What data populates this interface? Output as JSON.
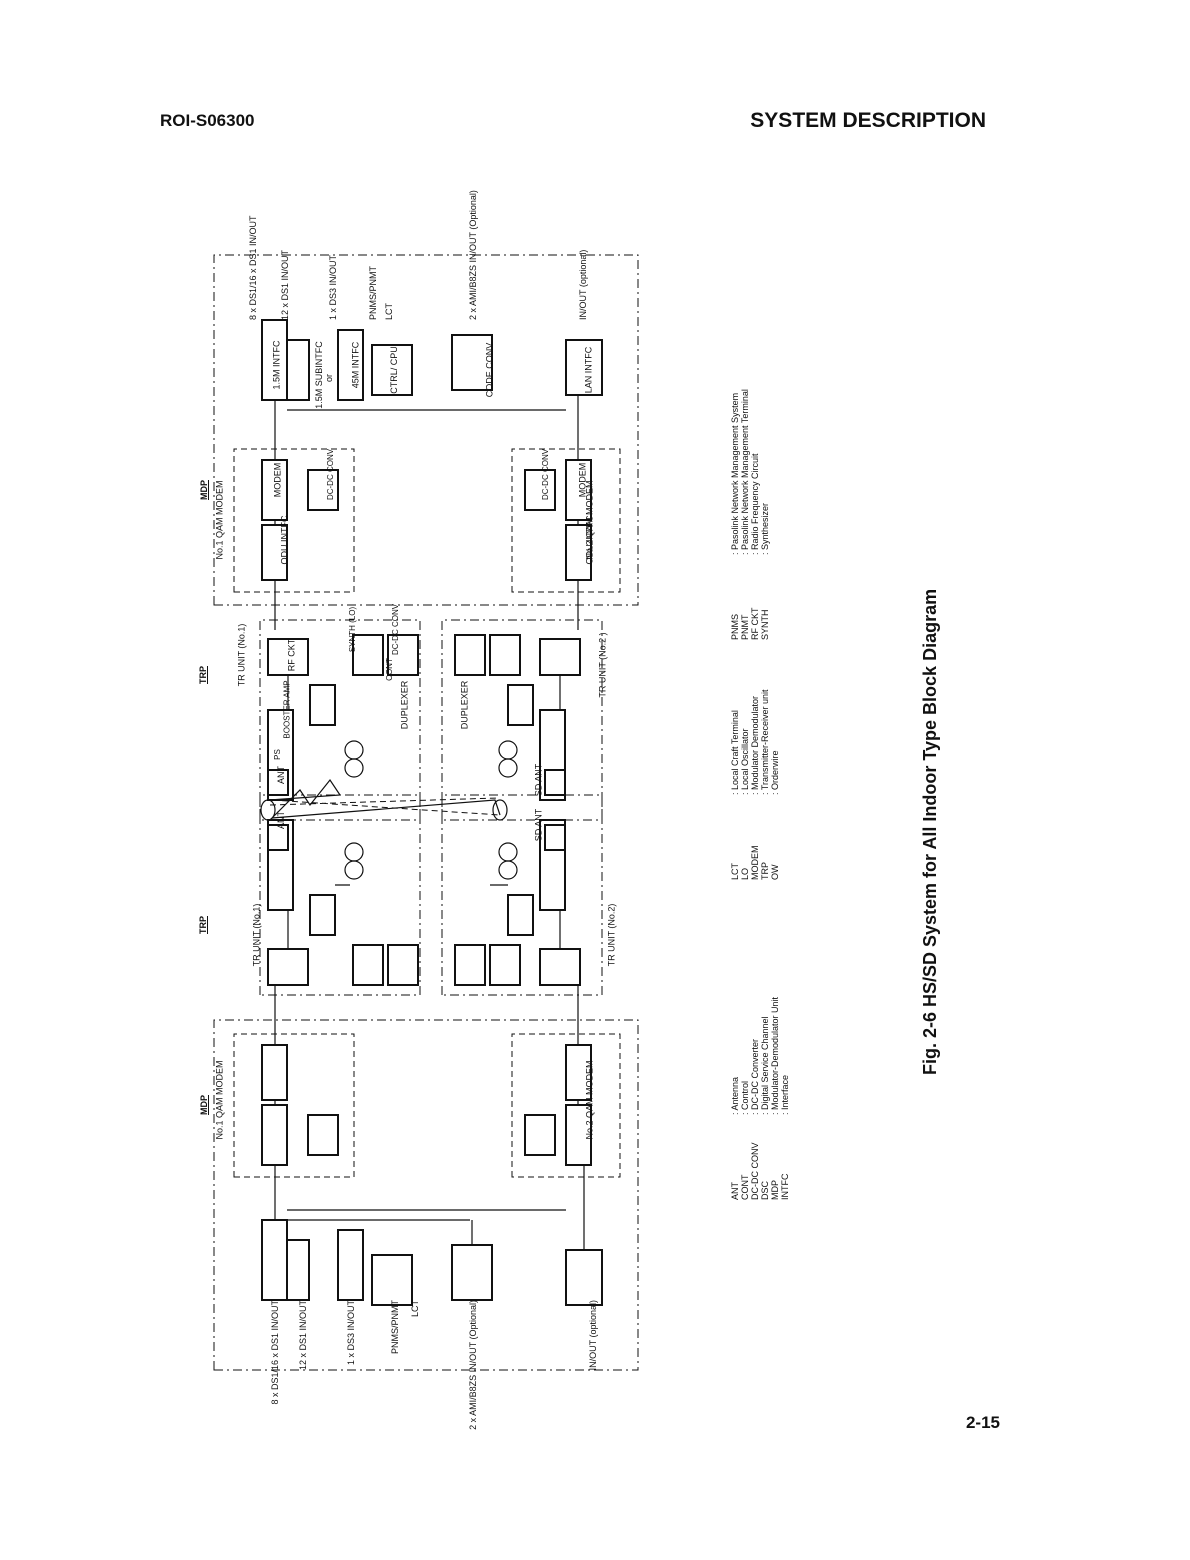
{
  "header": {
    "doc_id": "ROI-S06300",
    "section": "SYSTEM DESCRIPTION"
  },
  "footer": {
    "page": "2-15"
  },
  "figure": {
    "caption": "Fig. 2-6  HS/SD System for All Indoor Type Block Diagram",
    "groups": {
      "mdp": "MDP",
      "trp": "TRP"
    },
    "modems": {
      "no1": "No.1 QAM MODEM",
      "no2": "No.2 QAM MODEM"
    },
    "tr_units": {
      "no1": "TR UNIT (No.1)",
      "no2": "TR UNIT (No.2 )",
      "no1_left": "TR UNIT (No.1)",
      "no2_left": "TR UNIT (No.2)"
    },
    "blocks": {
      "intfc_15m": "1.5M INTFC",
      "subintfc_15m": "1.5M SUBINTFC",
      "or": "or",
      "intfc_45m": "45M INTFC",
      "ctrl_cpu": "CTRL/ CPU",
      "code_conv": "CODE CONV",
      "lan_intfc": "LAN INTFC",
      "modem": "MODEM",
      "dcdc_conv": "DC-DC CONV",
      "odu_intfc": "ODU INTFC",
      "rf_ckt": "RF CKT",
      "synth": "SYNTH (LO)",
      "cont": "CONT",
      "booster": "BOOSTER AMP",
      "ps": "PS",
      "duplexer": "DUPLEXER",
      "ant": "ANT",
      "sd_ant": "SD ANT"
    },
    "io_left": [
      "8 x DS1/16 x DS1 IN/OUT",
      "12 x DS1 IN/OUT",
      "1 x DS3 IN/OUT",
      "PNMS/PNMT",
      "LCT",
      "2 x AMI/B8ZS IN/OUT (Optional)",
      "IN/OUT (optional)"
    ],
    "io_right": [
      "8 x DS1/16 x DS1 IN/OUT",
      "12 x DS1 IN/OUT",
      "1 x DS3 IN/OUT",
      "PNMS/PNMT",
      "LCT",
      "2 x AMI/B8ZS IN/OUT (Optional)",
      "IN/OUT (optional)"
    ]
  },
  "legend": [
    [
      {
        "abbr": "ANT",
        "desc": ": Antenna"
      },
      {
        "abbr": "CONT",
        "desc": ": Control"
      },
      {
        "abbr": "DC-DC CONV",
        "desc": ": DC-DC Converter"
      },
      {
        "abbr": "DSC",
        "desc": ": Digital Service Channel"
      },
      {
        "abbr": "MDP",
        "desc": ": Modulator-Demodulator Unit"
      },
      {
        "abbr": "INTFC",
        "desc": ": Interface"
      }
    ],
    [
      {
        "abbr": "LCT",
        "desc": ": Local Craft Terminal"
      },
      {
        "abbr": "LO",
        "desc": ": Local Oscillator"
      },
      {
        "abbr": "MODEM",
        "desc": ": Modulator Demodulator"
      },
      {
        "abbr": "TRP",
        "desc": ": Transmitter-Receiver unit"
      },
      {
        "abbr": "OW",
        "desc": ": Orderwire"
      }
    ],
    [
      {
        "abbr": "PNMS",
        "desc": ": Pasolink Network Management System"
      },
      {
        "abbr": "PNMT",
        "desc": ": Pasolink Network Management Terminal"
      },
      {
        "abbr": "RF CKT",
        "desc": ": Radio Frequency Circuit"
      },
      {
        "abbr": "SYNTH",
        "desc": ": Synthesizer"
      }
    ]
  ]
}
